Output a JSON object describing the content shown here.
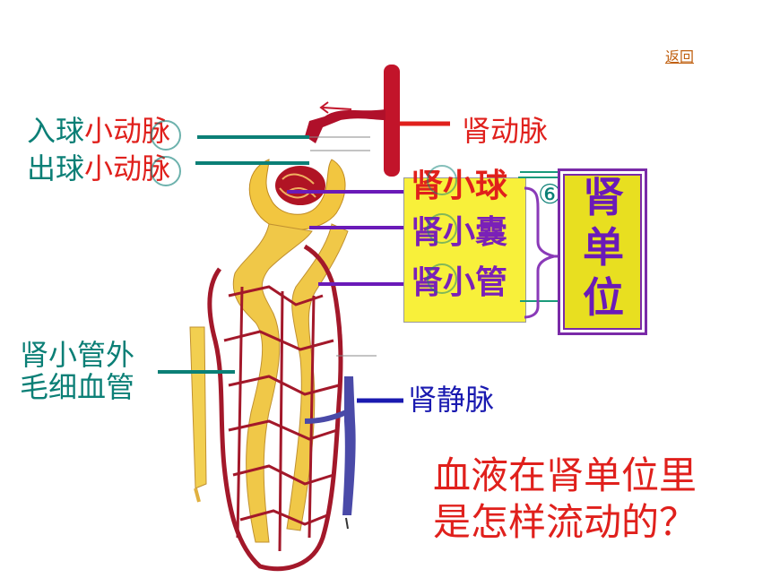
{
  "back_link": "返回",
  "labels": {
    "afferent_prefix": "入球",
    "afferent_suffix": "小动脉",
    "efferent_prefix": "出球",
    "efferent_suffix": "小动脉",
    "renal_artery": "肾动脉",
    "glomerulus": "肾小球",
    "capsule": "肾小囊",
    "tubule": "肾小管",
    "capillary_line1": "肾小管外",
    "capillary_line2": "毛细血管",
    "renal_vein": "肾静脉",
    "nephron": "肾单位",
    "circle_six": "⑥"
  },
  "question": {
    "line1": "血液在肾单位里",
    "line2": "是怎样流动的？"
  },
  "colors": {
    "teal": "#0b7f76",
    "red": "#e0201c",
    "blue": "#1a1ab0",
    "purple": "#7a20b8",
    "yellow_box": "#f8f03a"
  }
}
